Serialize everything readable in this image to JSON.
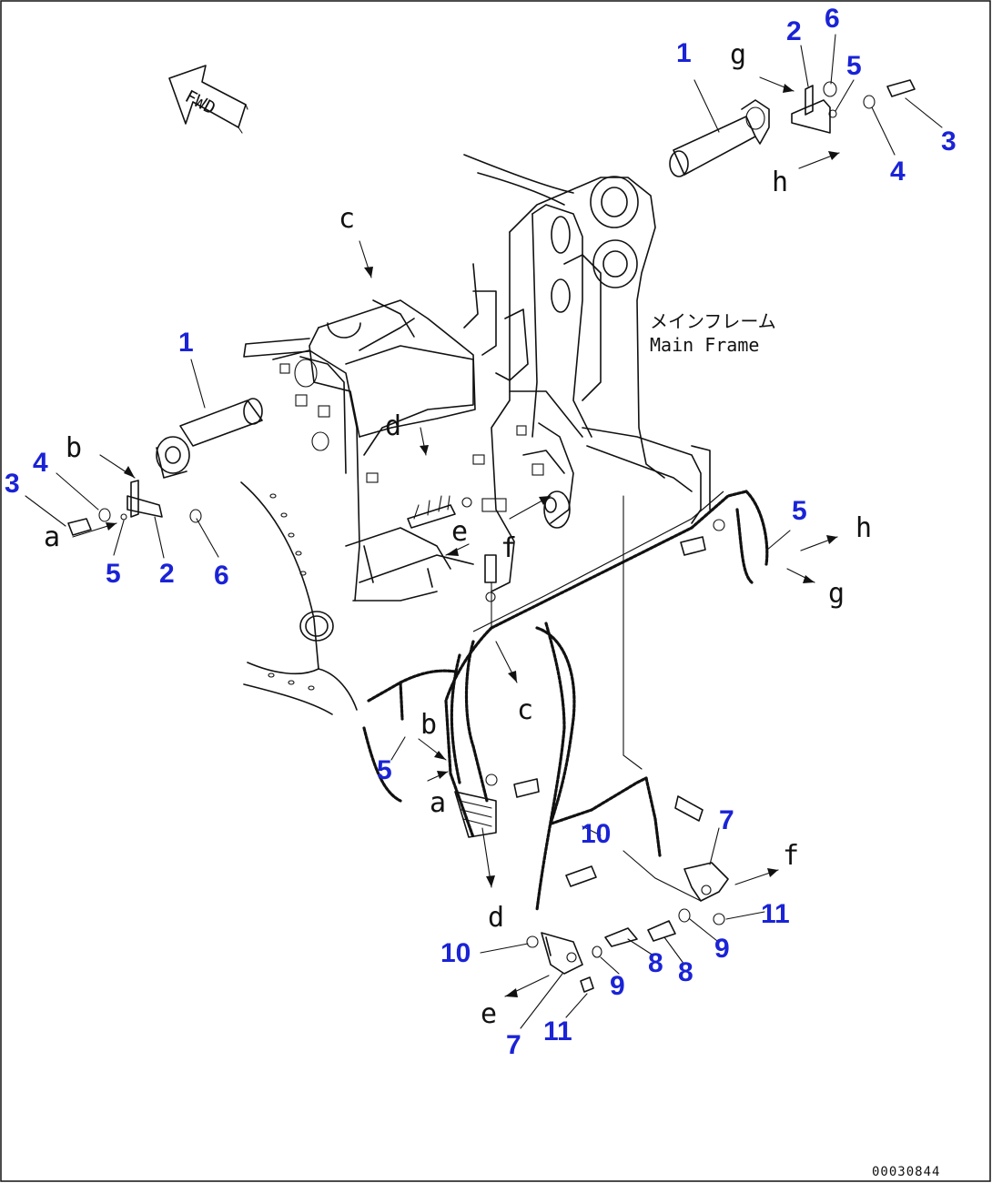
{
  "fwd_label": "FWD",
  "main_frame_label_jp": "メインフレーム",
  "main_frame_label_en": "Main Frame",
  "drawing_code": "00030844",
  "colors": {
    "part_number": "#1a23d6",
    "line": "#111111"
  },
  "part_numbers": [
    "1",
    "2",
    "6",
    "5",
    "3",
    "4",
    "1",
    "3",
    "4",
    "5",
    "2",
    "6",
    "5",
    "5",
    "10",
    "7",
    "11",
    "10",
    "8",
    "8",
    "9",
    "9",
    "7",
    "11"
  ],
  "connection_letters": [
    "g",
    "h",
    "c",
    "d",
    "b",
    "a",
    "e",
    "f",
    "h",
    "g",
    "c",
    "b",
    "a",
    "d",
    "f",
    "e"
  ]
}
